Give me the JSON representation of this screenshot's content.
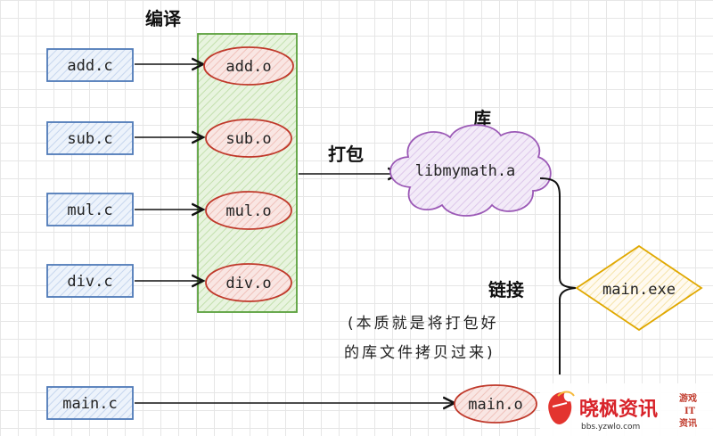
{
  "labels": {
    "compile": "编译",
    "package": "打包",
    "library": "库",
    "link": "链接",
    "note_line1": "(本质就是将打包好",
    "note_line2": "的库文件拷贝过来)"
  },
  "sources": [
    "add.c",
    "sub.c",
    "mul.c",
    "div.c"
  ],
  "objects": [
    "add.o",
    "sub.o",
    "mul.o",
    "div.o"
  ],
  "library_file": "libmymath.a",
  "main_source": "main.c",
  "main_object": "main.o",
  "output": "main.exe",
  "watermark": {
    "brand": "晓枫资讯",
    "url": "bbs.yzwlo.com",
    "side": [
      "游戏",
      "IT",
      "资讯"
    ]
  },
  "colors": {
    "source_box": "#4f7ab8",
    "source_fill": "#e7eef8",
    "object_ellipse": "#c0392b",
    "object_fill": "#f5d8d5",
    "group_box": "#5aa03c",
    "group_fill": "#dff0d3",
    "cloud": "#9b59b6",
    "cloud_fill": "#ece0f3",
    "diamond": "#e0a800",
    "diamond_fill": "#fff6d5"
  }
}
